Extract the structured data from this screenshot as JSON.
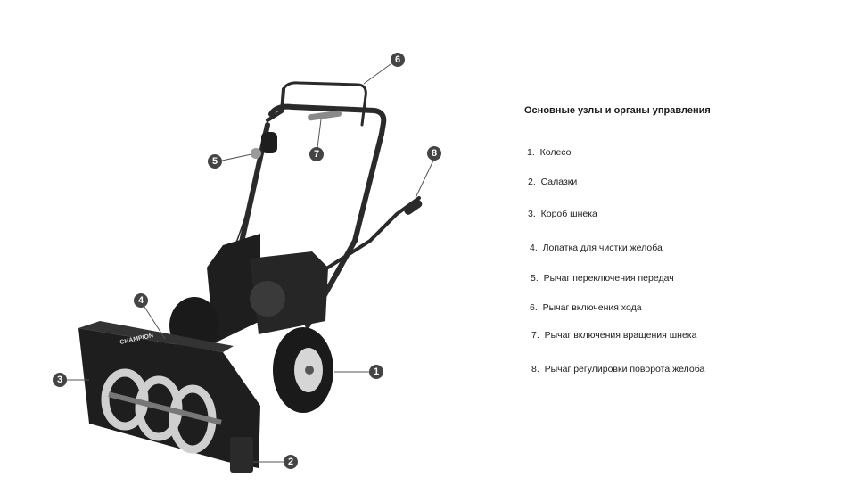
{
  "legend": {
    "title": "Основные узлы и органы управления",
    "items": [
      {
        "num": "1.",
        "label": "Колесо"
      },
      {
        "num": "2.",
        "label": "Салазки"
      },
      {
        "num": "3.",
        "label": "Короб шнека"
      },
      {
        "num": "4.",
        "label": "Лопатка для чистки желоба"
      },
      {
        "num": "5.",
        "label": "Рычаг переключения передач"
      },
      {
        "num": "6.",
        "label": "Рычаг включения хода"
      },
      {
        "num": "7.",
        "label": "Рычаг включения вращения шнека"
      },
      {
        "num": "8.",
        "label": "Рычаг регулировки поворота желоба"
      }
    ]
  },
  "callouts": [
    "1",
    "2",
    "3",
    "4",
    "5",
    "6",
    "7",
    "8"
  ],
  "brand_text": "CHAMPION",
  "colors": {
    "badge": "#444444",
    "body": "#1e1e1e",
    "metal": "#c8c8c8",
    "leader": "#555555"
  }
}
